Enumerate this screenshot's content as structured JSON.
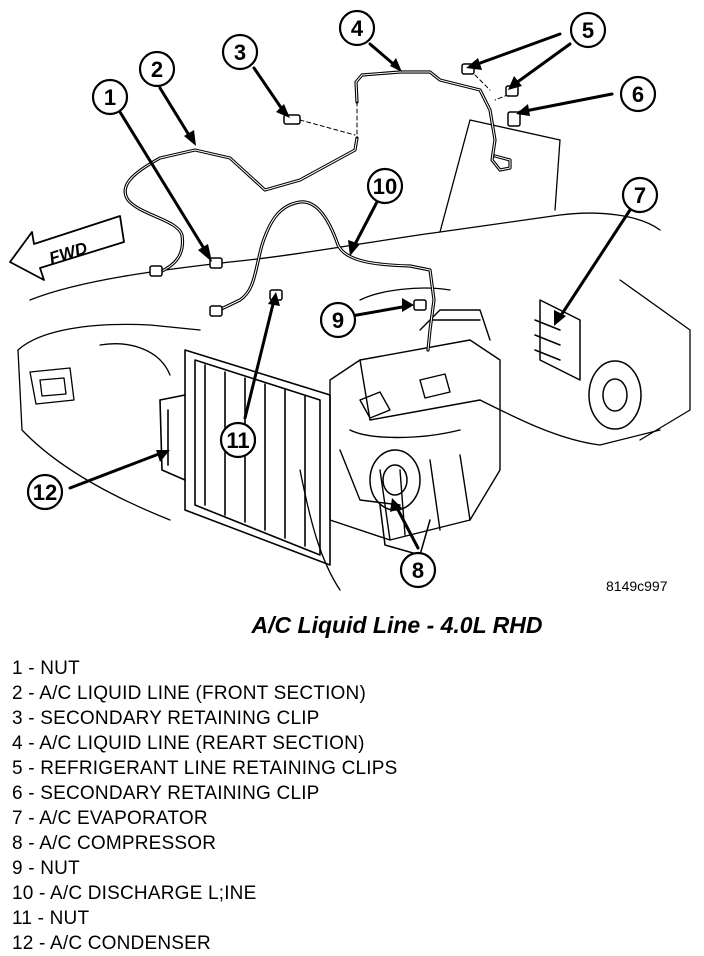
{
  "diagram": {
    "fwd_label": "FWD",
    "figure_code": "8149c997",
    "title": "A/C Liquid Line - 4.0L RHD",
    "callouts": [
      "1",
      "2",
      "3",
      "4",
      "5",
      "6",
      "7",
      "8",
      "9",
      "10",
      "11",
      "12"
    ]
  },
  "legend": [
    "1 - NUT",
    "2 - A/C LIQUID LINE (FRONT SECTION)",
    "3 - SECONDARY RETAINING CLIP",
    "4 - A/C LIQUID LINE (REART SECTION)",
    "5 - REFRIGERANT LINE RETAINING CLIPS",
    "6 - SECONDARY RETAINING CLIP",
    "7 - A/C EVAPORATOR",
    "8 - A/C COMPRESSOR",
    "9 - NUT",
    "10 - A/C DISCHARGE L;INE",
    "11 - NUT",
    "12 - A/C CONDENSER"
  ]
}
